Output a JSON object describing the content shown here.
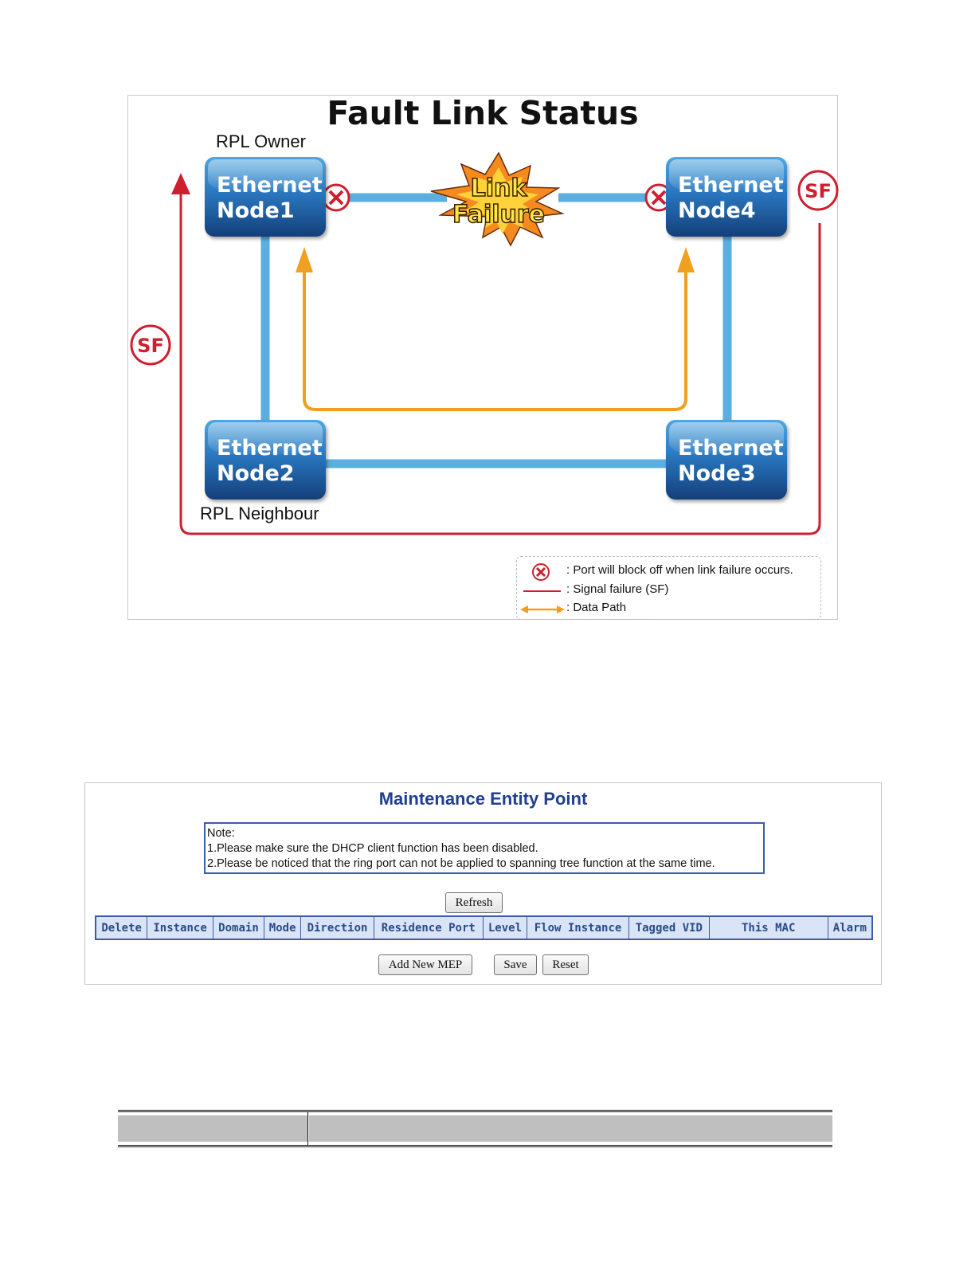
{
  "diagram": {
    "title": "Fault Link Status",
    "rpl_owner": "RPL Owner",
    "rpl_neighbour": "RPL Neighbour",
    "nodes": [
      {
        "line1": "Ethernet",
        "line2": "Node1"
      },
      {
        "line1": "Ethernet",
        "line2": "Node4"
      },
      {
        "line1": "Ethernet",
        "line2": "Node2"
      },
      {
        "line1": "Ethernet",
        "line2": "Node3"
      }
    ],
    "burst": {
      "line1": "Link",
      "line2": "Failure"
    },
    "sf_badge": "SF",
    "legend": {
      "block": ": Port will block off when link failure occurs.",
      "sf": ": Signal failure (SF)",
      "path": ": Data Path"
    },
    "colors": {
      "signal_failure": "#cc1f2f",
      "data_path": "#f0a020",
      "link": "#5aafe0"
    }
  },
  "mep": {
    "title": "Maintenance Entity Point",
    "note": {
      "heading": "Note:",
      "line1": "1.Please make sure the DHCP client function has been disabled.",
      "line2": "2.Please be noticed that the ring port can not be applied to spanning tree function at the same time."
    },
    "refresh_label": "Refresh",
    "columns": [
      "Delete",
      "Instance",
      "Domain",
      "Mode",
      "Direction",
      "Residence Port",
      "Level",
      "Flow Instance",
      "Tagged VID",
      "This MAC",
      "Alarm"
    ],
    "add_label": "Add New MEP",
    "save_label": "Save",
    "reset_label": "Reset"
  },
  "param_table": {
    "col1": "",
    "col2": ""
  }
}
